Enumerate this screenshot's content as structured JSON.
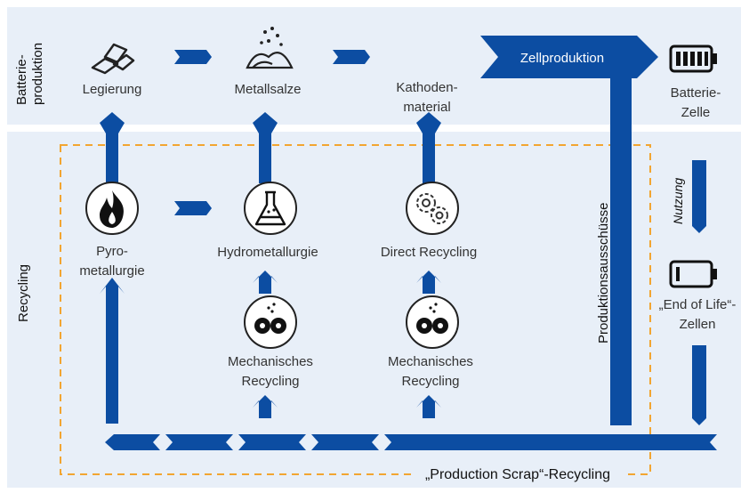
{
  "colors": {
    "flow": "#0c4da2",
    "band": "#e8eff8",
    "dashed": "#f2a531"
  },
  "sections": {
    "production": "Batterie-\nproduktion",
    "recycling": "Recycling"
  },
  "nodes": {
    "legierung": "Legierung",
    "metallsalze": "Metallsalze",
    "kathoden": "Kathoden-\nmaterial",
    "zellproduktion": "Zellproduktion",
    "batteriezelle": "Batterie-\nZelle",
    "pyro": "Pyro-\nmetallurgie",
    "hydro": "Hydrometallurgie",
    "direct": "Direct Recycling",
    "mech1": "Mechanisches\nRecycling",
    "mech2": "Mechanisches\nRecycling",
    "eol": "„End of Life“-\nZellen"
  },
  "flow_labels": {
    "nutzung": "Nutzung",
    "produktionsausschuesse": "Produktionsausschüsse",
    "production_scrap": "„Production Scrap“-Recycling"
  },
  "icons": [
    "ingots-icon",
    "metal-salt-icon",
    "battery-full-icon",
    "flame-icon",
    "flask-icon",
    "gears-icon",
    "shredder-icon",
    "battery-empty-icon"
  ]
}
